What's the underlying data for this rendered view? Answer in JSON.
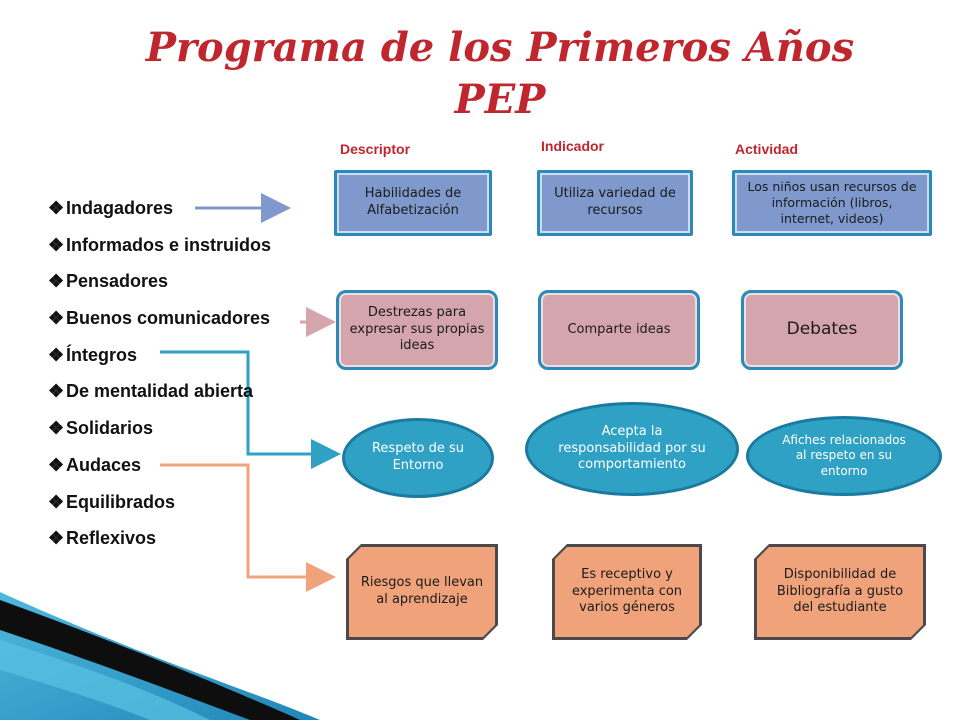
{
  "title": {
    "line1": "Programa de los Primeros Años",
    "line2": "PEP"
  },
  "headers": {
    "descriptor": "Descriptor",
    "indicador": "Indicador",
    "actividad": "Actividad"
  },
  "profiles": [
    "Indagadores",
    "Informados e instruidos",
    "Pensadores",
    "Buenos comunicadores",
    "Íntegros",
    "De mentalidad abierta",
    "Solidarios",
    "Audaces",
    "Equilibrados",
    "Reflexivos"
  ],
  "rows": [
    {
      "descriptor": "Habilidades de Alfabetización",
      "indicador": "Utiliza variedad de recursos",
      "actividad": "Los niños usan recursos de información (libros, internet, videos)"
    },
    {
      "descriptor": "Destrezas para expresar sus propias ideas",
      "indicador": "Comparte ideas",
      "actividad": "Debates"
    },
    {
      "descriptor": "Respeto de su Entorno",
      "indicador": "Acepta la responsabilidad por su comportamiento",
      "actividad": "Afiches relacionados al respeto en su entorno"
    },
    {
      "descriptor": "Riesgos que llevan al aprendizaje",
      "indicador": "Es receptivo y experimenta con varios géneros",
      "actividad": "Disponibilidad de Bibliografía a gusto del estudiante"
    }
  ],
  "colors": {
    "title": "#c0262d",
    "arrow_blue": "#7f99cc",
    "arrow_pink": "#d4a5ad",
    "arrow_teal": "#2ea1c4",
    "arrow_orange": "#f0a27a"
  }
}
